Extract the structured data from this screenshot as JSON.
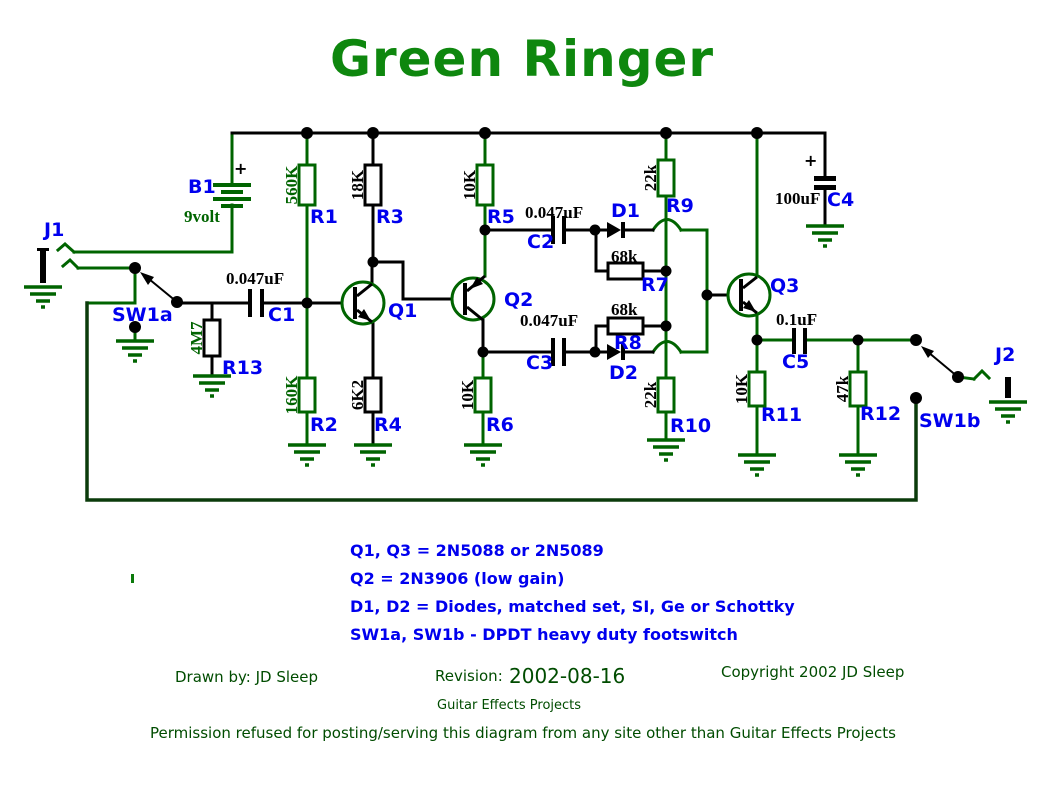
{
  "title": "Green Ringer",
  "battery": {
    "ref": "B1",
    "value": "9volt",
    "plus": "+"
  },
  "jacks": [
    {
      "ref": "J1"
    },
    {
      "ref": "J2"
    }
  ],
  "switches": [
    {
      "ref": "SW1a"
    },
    {
      "ref": "SW1b"
    }
  ],
  "transistors": [
    {
      "ref": "Q1"
    },
    {
      "ref": "Q2"
    },
    {
      "ref": "Q3"
    }
  ],
  "diodes": [
    {
      "ref": "D1"
    },
    {
      "ref": "D2"
    }
  ],
  "resistors": [
    {
      "ref": "R1",
      "value": "560K"
    },
    {
      "ref": "R2",
      "value": "160K"
    },
    {
      "ref": "R3",
      "value": "18K"
    },
    {
      "ref": "R4",
      "value": "6K2"
    },
    {
      "ref": "R5",
      "value": "10K"
    },
    {
      "ref": "R6",
      "value": "10K"
    },
    {
      "ref": "R7",
      "value": "68k"
    },
    {
      "ref": "R8",
      "value": "68k"
    },
    {
      "ref": "R9",
      "value": "22k"
    },
    {
      "ref": "R10",
      "value": "22k"
    },
    {
      "ref": "R11",
      "value": "10K"
    },
    {
      "ref": "R12",
      "value": "47k"
    },
    {
      "ref": "R13",
      "value": "4M7"
    }
  ],
  "capacitors": [
    {
      "ref": "C1",
      "value": "0.047uF"
    },
    {
      "ref": "C2",
      "value": "0.047uF"
    },
    {
      "ref": "C3",
      "value": "0.047uF"
    },
    {
      "ref": "C4",
      "value": "100uF",
      "plus": "+"
    },
    {
      "ref": "C5",
      "value": "0.1uF"
    }
  ],
  "notes": [
    "Q1, Q3 = 2N5088 or 2N5089",
    "Q2 = 2N3906 (low gain)",
    "D1, D2 = Diodes, matched set, SI, Ge or Schottky",
    "SW1a, SW1b - DPDT heavy duty footswitch"
  ],
  "footer": {
    "drawn_by": "Drawn by: JD Sleep",
    "revision_label": "Revision:",
    "revision_date": "2002-08-16",
    "copyright": "Copyright 2002  JD Sleep",
    "site": "Guitar Effects Projects",
    "permission": "Permission refused for posting/serving this diagram from any site other than Guitar Effects Projects"
  },
  "colors": {
    "wire": "#006400",
    "ink": "#000000",
    "label": "#0000ee",
    "title": "#0e870e",
    "footer": "#004c00"
  }
}
